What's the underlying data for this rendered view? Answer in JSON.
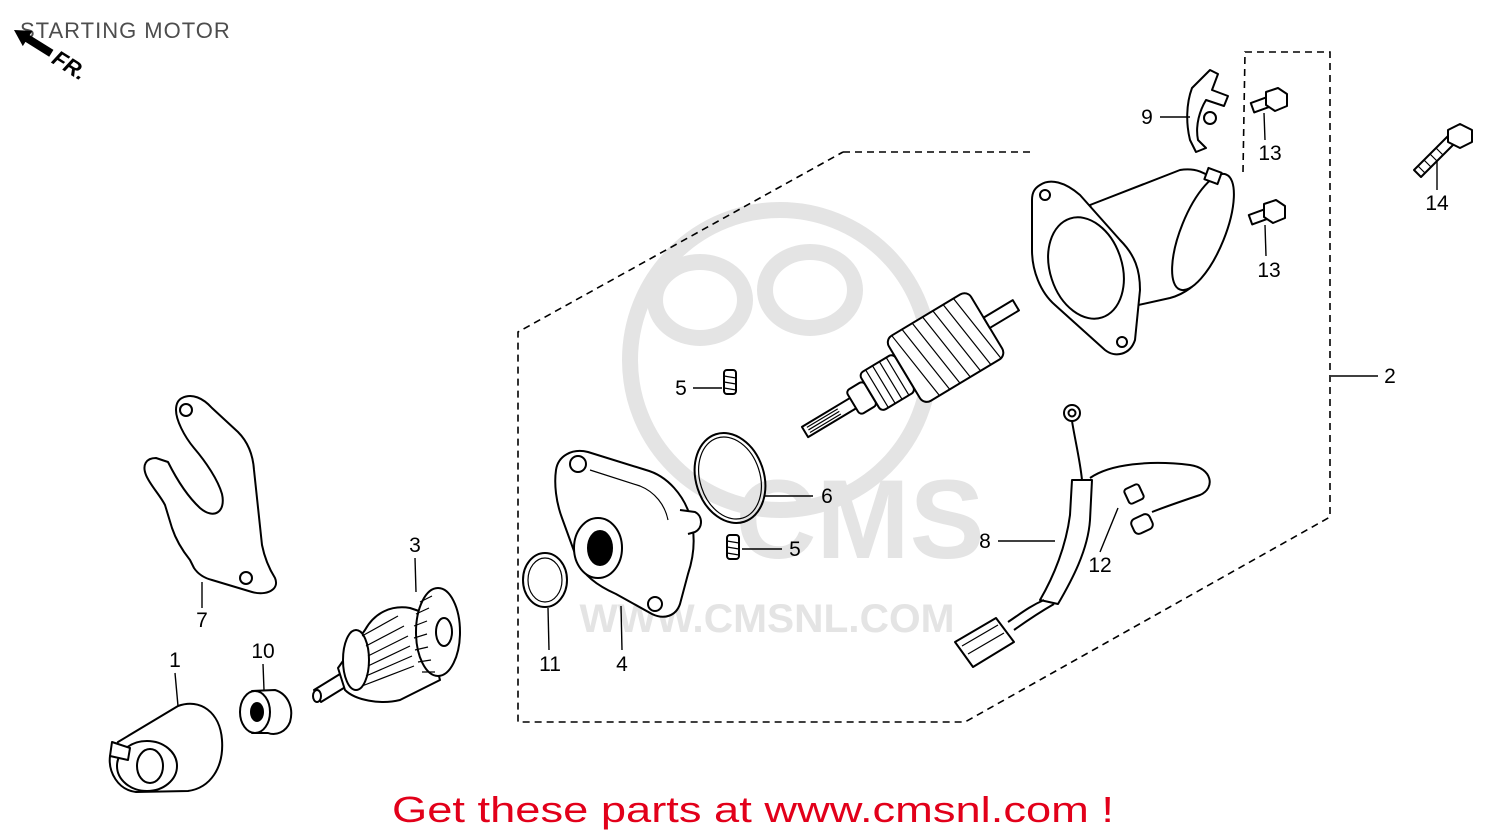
{
  "title": "STARTING MOTOR",
  "direction_label": "FR.",
  "callouts": {
    "p1": "1",
    "p2": "2",
    "p3": "3",
    "p4": "4",
    "p5a": "5",
    "p5b": "5",
    "p6": "6",
    "p7": "7",
    "p8": "8",
    "p9": "9",
    "p10": "10",
    "p11": "11",
    "p12": "12",
    "p13a": "13",
    "p13b": "13",
    "p14": "14"
  },
  "watermark": {
    "logo": "CMS",
    "url": "WWW.CMSNL.COM"
  },
  "footer": {
    "text": "Get these parts at www.cmsnl.com !"
  },
  "colors": {
    "line": "#000000",
    "title": "#4d4d4d",
    "footer": "#e2001a",
    "watermark": "#e4e4e4"
  }
}
